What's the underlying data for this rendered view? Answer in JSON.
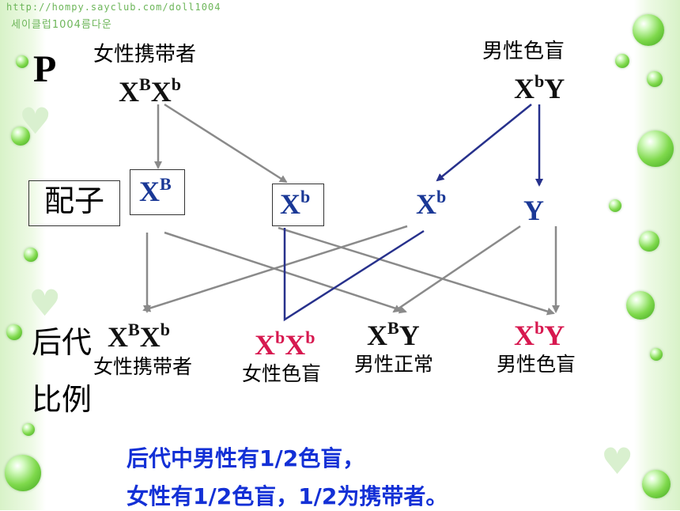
{
  "watermark": {
    "url": "http://hompy.sayclub.com/doll1004",
    "subtitle": "세이클럽1004름다운"
  },
  "labels": {
    "p": "P",
    "female_carrier": "女性携带者",
    "male_colorblind": "男性色盲",
    "gametes": "配子",
    "offspring": "后代",
    "ratio": "比例"
  },
  "parents": {
    "female": {
      "x": "X",
      "sup1": "B",
      "x2": "X",
      "sup2": "b"
    },
    "male": {
      "x": "X",
      "sup1": "b",
      "y": "Y"
    }
  },
  "gametes": [
    {
      "base": "X",
      "sup": "B"
    },
    {
      "base": "X",
      "sup": "b"
    },
    {
      "base": "X",
      "sup": "b"
    },
    {
      "base": "Y",
      "sup": ""
    }
  ],
  "offspring": [
    {
      "x": "X",
      "sup1": "B",
      "x2": "X",
      "sup2": "b",
      "label": "女性携带者"
    },
    {
      "x": "X",
      "sup1": "b",
      "x2": "X",
      "sup2": "b",
      "label": "女性色盲"
    },
    {
      "x": "X",
      "sup1": "B",
      "x2": "Y",
      "sup2": "",
      "label": "男性正常"
    },
    {
      "x": "X",
      "sup1": "b",
      "x2": "Y",
      "sup2": "",
      "label": "男性色盲"
    }
  ],
  "summary": {
    "line1": "后代中男性有1/2色盲，",
    "line2": "女性有1/2色盲，1/2为携带者。"
  },
  "colors": {
    "gray_arrow": "#8a8a8a",
    "blue_arrow": "#27318c",
    "blue_text": "#1a3896",
    "red_text": "#d7184f",
    "summary_text": "#1330d6"
  }
}
